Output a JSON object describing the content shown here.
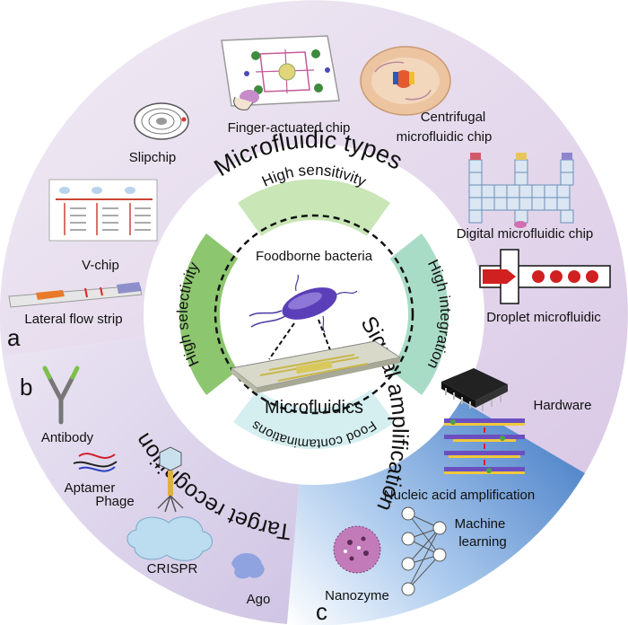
{
  "panels": {
    "a": "a",
    "b": "b",
    "c": "c"
  },
  "arc_titles": {
    "types": "Microfluidic types",
    "signal": "Signal amplification",
    "target": "Target recognition"
  },
  "inner_ring": {
    "top": "High sensitivity",
    "right": "High integration",
    "left": "High selectivity",
    "bottom": "Food contaminations"
  },
  "center": {
    "top_label": "Foodborne bacteria",
    "bottom_label": "Microfluidics"
  },
  "types": {
    "slipchip": "Slipchip",
    "finger": "Finger-actuated chip",
    "centrifugal_1": "Centrifugal",
    "centrifugal_2": "microfluidic chip",
    "vchip": "V-chip",
    "digital": "Digital microfluidic chip",
    "lateral": "Lateral flow strip",
    "droplet": "Droplet microfluidic"
  },
  "recognition": {
    "antibody": "Antibody",
    "aptamer": "Aptamer",
    "phage": "Phage",
    "crispr": "CRISPR",
    "ago": "Ago"
  },
  "amplification": {
    "hardware": "Hardware",
    "nucleic": "Nucleic acid amplification",
    "machine_1": "Machine",
    "machine_2": "learning",
    "nanozyme": "Nanozyme"
  },
  "colors": {
    "types_bg": "#e6dcee",
    "target_bg": "#dcd3ea",
    "signal_bg": "#3f7fcb",
    "ring_green": "#86c46b",
    "ring_light_green": "#cfe8c2",
    "ring_teal": "#a8dcc8"
  }
}
